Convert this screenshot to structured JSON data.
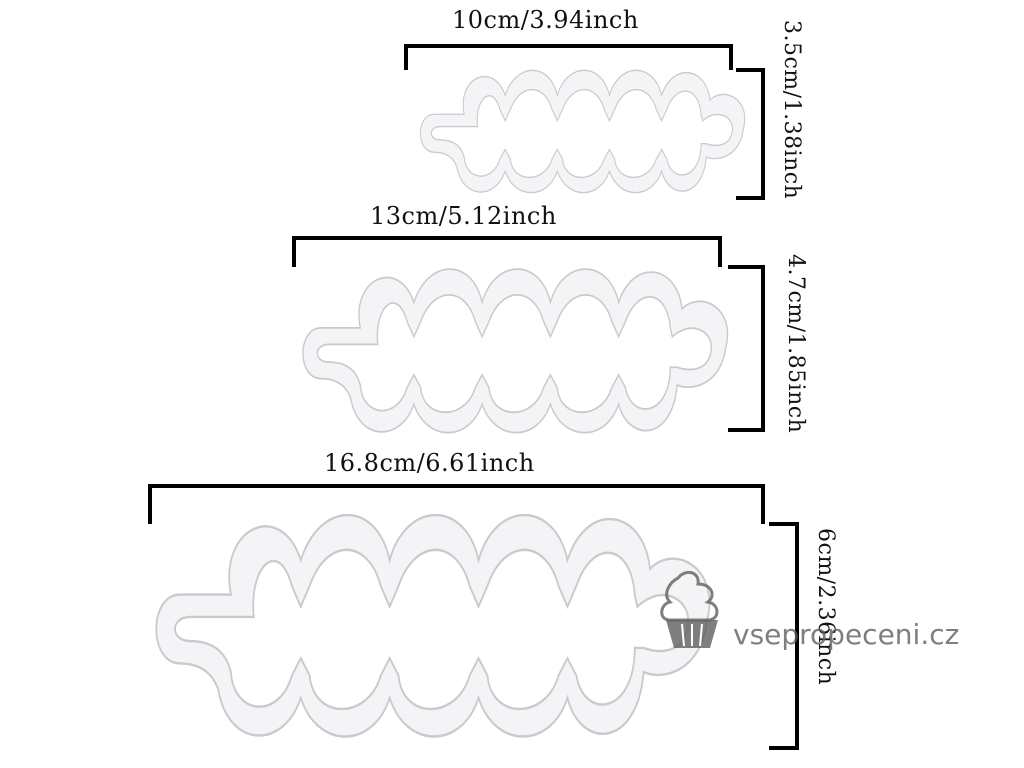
{
  "colors": {
    "background": "#ffffff",
    "cutter_fill": "#f4f4f6",
    "cutter_edge": "#c9c9ce",
    "bracket": "#000000",
    "watermark": "#5f5f5f"
  },
  "cutters": [
    {
      "size_label": "small",
      "width_label": "10cm/3.94inch",
      "height_label": "3.5cm/1.38inch"
    },
    {
      "size_label": "medium",
      "width_label": "13cm/5.12inch",
      "height_label": "4.7cm/1.85inch"
    },
    {
      "size_label": "large",
      "width_label": "16.8cm/6.61inch",
      "height_label": "6cm/2.36inch"
    }
  ],
  "watermark": {
    "text": "vsepropeceni.cz",
    "icon": "cupcake-icon"
  }
}
